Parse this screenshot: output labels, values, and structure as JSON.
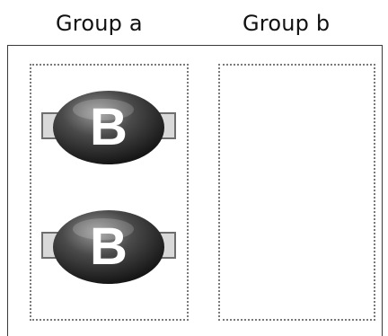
{
  "groups": [
    {
      "title": "Group a",
      "nodes": [
        {
          "letter": "B"
        },
        {
          "letter": "B"
        }
      ]
    },
    {
      "title": "Group b",
      "nodes": []
    }
  ],
  "colors": {
    "frame": "#3a3a3a",
    "dotted_border": "#7a7a7a",
    "node_dark": "#2a2a2a",
    "node_highlight": "#8c8c8c",
    "port_fill": "#d9d9d9",
    "port_stroke": "#6e6e6e",
    "letter": "#ffffff"
  },
  "icons": {
    "node": "ellipse-node-icon",
    "port": "square-port-icon"
  }
}
